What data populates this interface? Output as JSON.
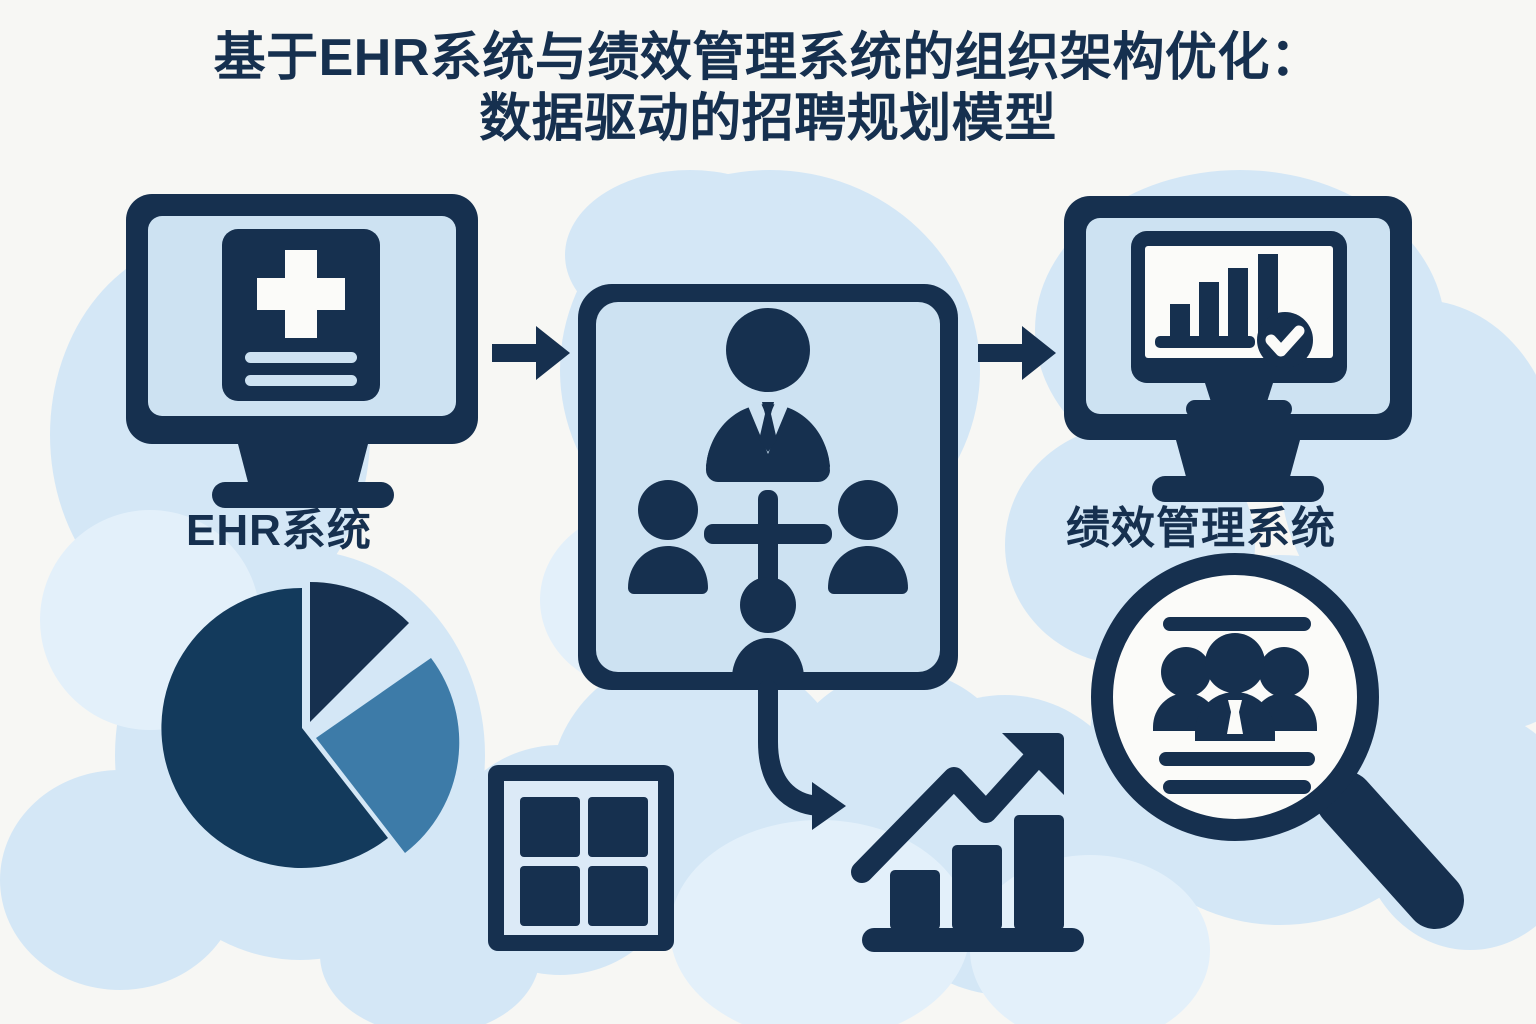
{
  "page": {
    "background_color": "#f7f7f4",
    "accent_dark": "#16304f",
    "accent_mid": "#3d7ba8",
    "accent_light": "#cfe3f3",
    "panel_fill": "#cde2f2",
    "white": "#fbfbf9"
  },
  "title": {
    "line1": "基于EHR系统与绩效管理系统的组织架构优化：",
    "line2": "数据驱动的招聘规划模型"
  },
  "labels": {
    "ehr_system": "EHR系统",
    "performance_system": "绩效管理系统"
  },
  "icons": {
    "ehr_monitor": "ehr-monitor-icon",
    "medical_cross": "medical-cross-icon",
    "record_line": "record-line-icon",
    "arrow_right_1": "arrow-right-icon",
    "arrow_right_2": "arrow-right-icon",
    "org_chart_panel": "org-chart-panel-icon",
    "executive": "executive-person-icon",
    "team_member_left": "person-icon",
    "team_member_right": "person-icon",
    "team_member_bottom": "person-icon",
    "connector_cross": "connector-cross-icon",
    "performance_monitor": "performance-monitor-icon",
    "bar_chart_screen": "bar-chart-icon",
    "check_badge": "check-badge-icon",
    "pie_chart": "pie-chart-icon",
    "grid_matrix": "grid-matrix-icon",
    "growth_chart": "growth-chart-icon",
    "trend_arrow": "trend-arrow-icon",
    "magnifier_people": "magnifier-people-icon",
    "curved_arrow": "curved-arrow-icon"
  },
  "chart_data": [
    {
      "type": "pie",
      "title": "",
      "name": "pie-chart-icon",
      "categories": [
        "Segment A",
        "Segment B",
        "Segment C"
      ],
      "values": [
        62,
        13,
        25
      ],
      "colors": [
        "#133a5c",
        "#16304f",
        "#3d7ba8"
      ],
      "exploded": [
        false,
        false,
        true
      ],
      "legend": "none"
    },
    {
      "type": "bar",
      "title": "",
      "name": "bar-chart-icon",
      "categories": [
        "1",
        "2",
        "3",
        "4"
      ],
      "values": [
        30,
        55,
        75,
        100
      ],
      "ylim": [
        0,
        100
      ],
      "grid": false,
      "legend": "none",
      "colors": [
        "#16304f"
      ]
    },
    {
      "type": "bar",
      "title": "",
      "name": "growth-chart-icon",
      "categories": [
        "1",
        "2",
        "3"
      ],
      "values": [
        40,
        68,
        95
      ],
      "ylim": [
        0,
        100
      ],
      "grid": false,
      "legend": "none",
      "colors": [
        "#16304f"
      ],
      "annotation": "upward trend arrow"
    }
  ]
}
